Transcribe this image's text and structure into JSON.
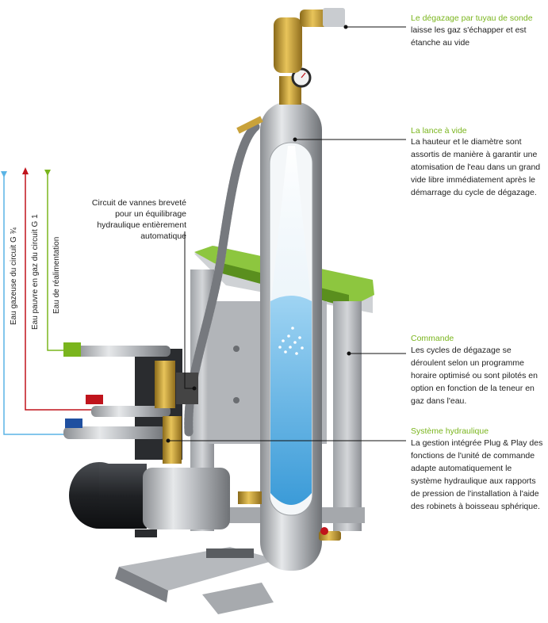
{
  "colors": {
    "title_green": "#7ab51d",
    "water_blue": "#5ab4e5",
    "gas_red": "#c0141c",
    "supply_green": "#7ab51d"
  },
  "callouts": {
    "degazage": {
      "title": "Le dégazage par tuyau de sonde",
      "body": "laisse les gaz s'échapper et est étanche au vide"
    },
    "lance": {
      "title": "La lance à vide",
      "body": "La hauteur et le diamètre sont assortis de manière à garantir une atomisation de l'eau dans un grand vide libre immédiatement après le démarrage du cycle de dégazage."
    },
    "commande": {
      "title": "Commande",
      "body": "Les cycles de dégazage se déroulent selon un programme horaire optimisé ou sont pilotés en option en fonction de la teneur en gaz dans l'eau."
    },
    "systeme": {
      "title": "Système hydraulique",
      "body": "La gestion intégrée Plug & Play des fonctions de l'unité de commande adapte automatiquement le système hydraulique aux rapports de pression de l'installation à l'aide des robinets à boisseau sphérique."
    },
    "circuit": {
      "body": "Circuit de vannes breveté pour un équilibrage hydraulique entièrement automatique"
    }
  },
  "pipes": {
    "gazeuse": "Eau gazeuse du circuit G ¾",
    "pauvre": "Eau pauvre en gaz du circuit G 1",
    "realimentation": "Eau de réalimentation"
  }
}
